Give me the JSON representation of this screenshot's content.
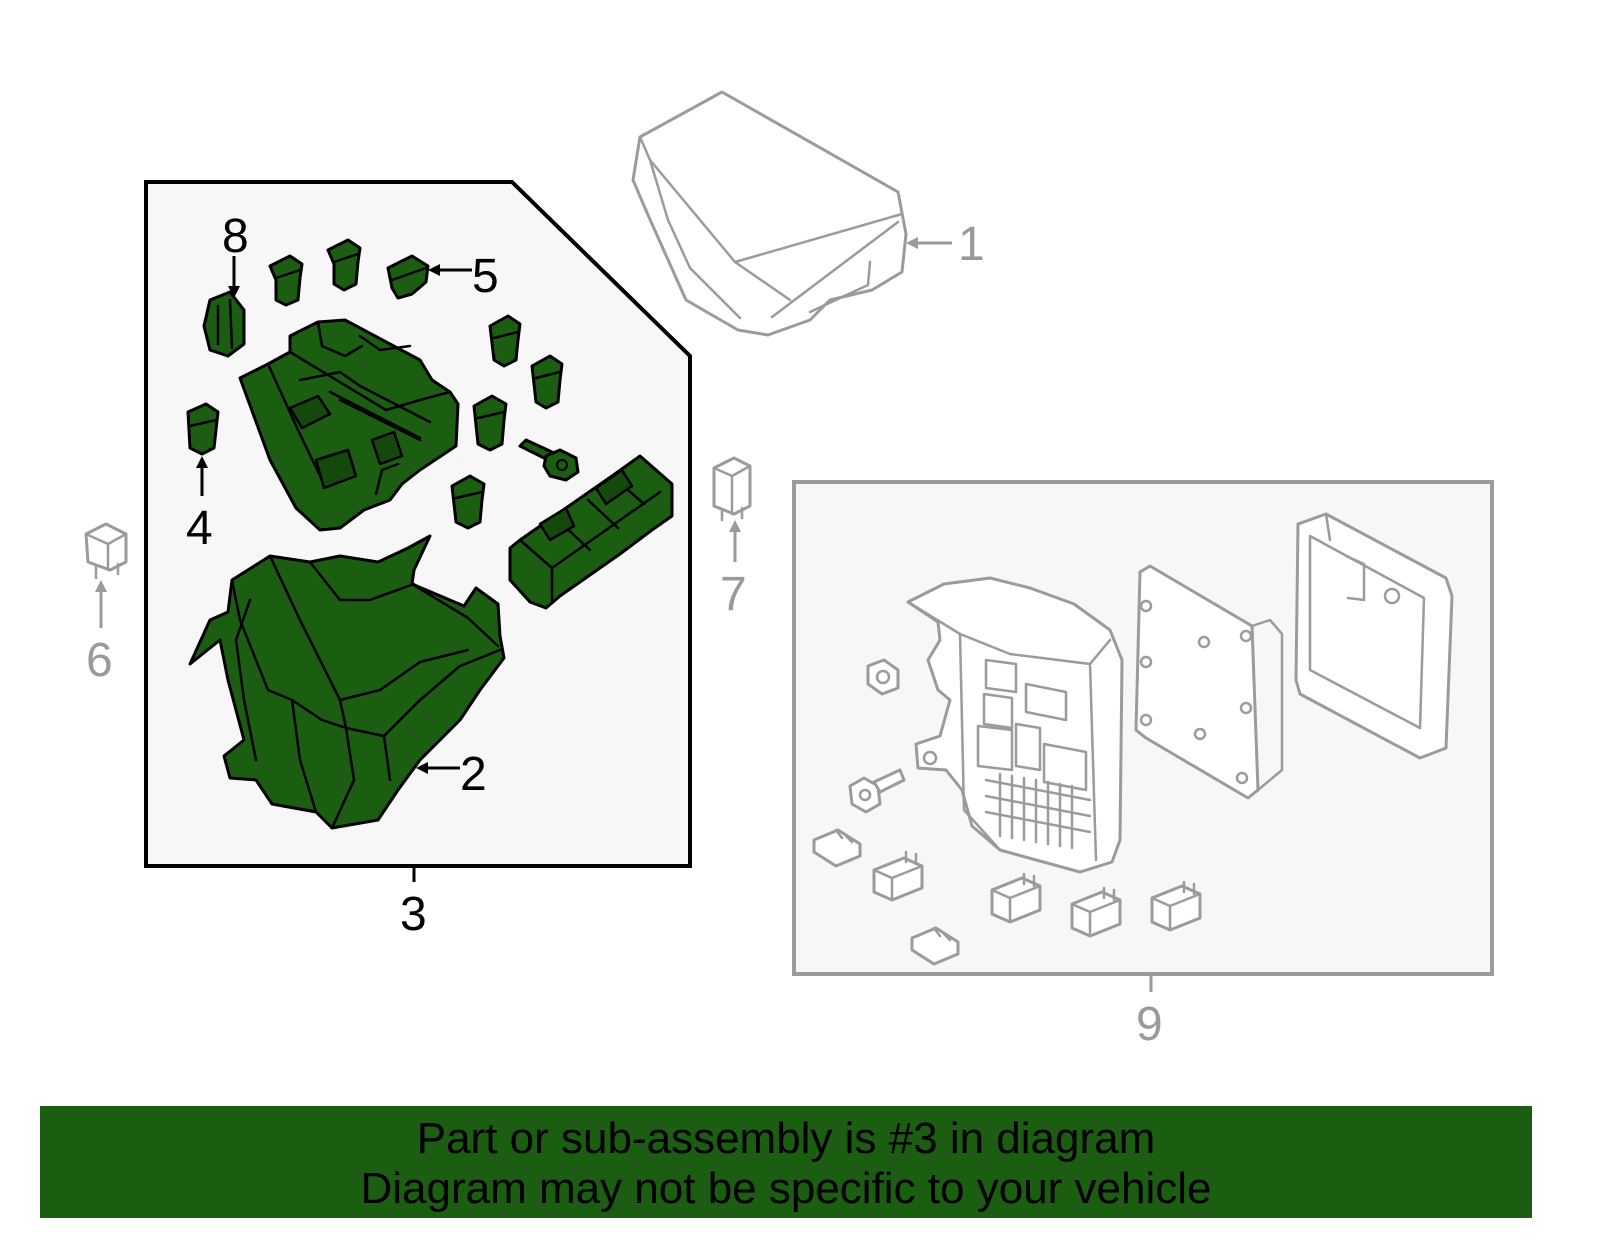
{
  "diagram": {
    "callouts": {
      "c1": "1",
      "c2": "2",
      "c3": "3",
      "c4": "4",
      "c5": "5",
      "c6": "6",
      "c7": "7",
      "c8": "8",
      "c9": "9"
    },
    "colors": {
      "highlight": "#1b5e12",
      "outline": "#000000",
      "inactive": "#9b9b9b"
    }
  },
  "footer": {
    "line1": "Part or sub-assembly is #3 in diagram",
    "line2": "Diagram may not be specific to your vehicle"
  }
}
